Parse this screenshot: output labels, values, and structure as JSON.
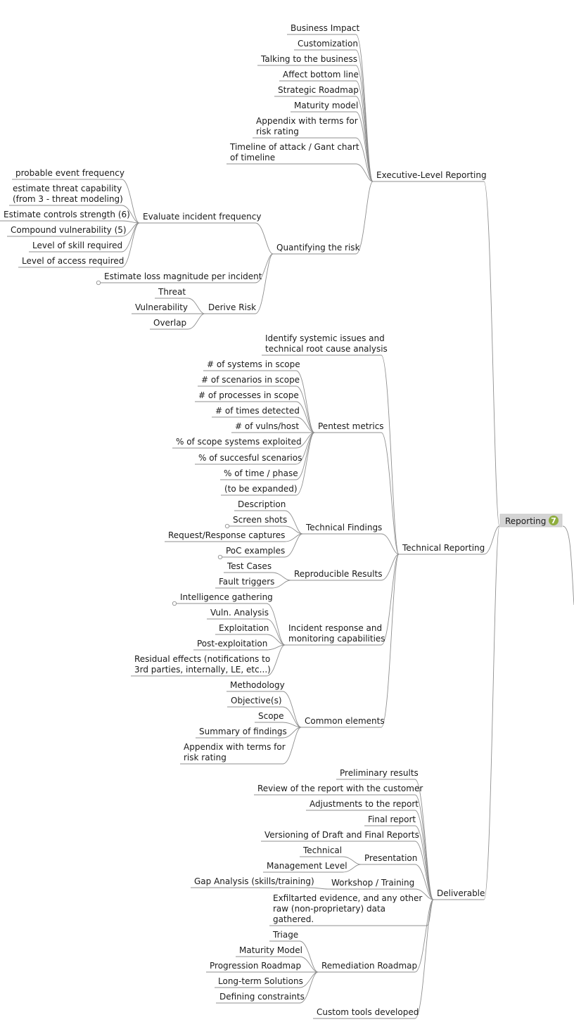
{
  "root": {
    "label": "Reporting",
    "badge": "7",
    "colors": {
      "box": "#d4d4d4",
      "badge": "#8fae3f",
      "line": "#8f8f8f",
      "text": "#1a1a1a"
    }
  },
  "nodes": {
    "exec": "Executive-Level Reporting",
    "business_impact": "Business Impact",
    "customization": "Customization",
    "talking_business": "Talking to the business",
    "affect_bottom_line": "Affect bottom line",
    "strategic_roadmap": "Strategic Roadmap",
    "maturity_model": "Maturity model",
    "appendix_exec": [
      "Appendix with terms for",
      "risk rating"
    ],
    "timeline_attack": [
      "Timeline of attack / Gant chart",
      "of timeline"
    ],
    "quantifying": "Quantifying the risk",
    "evaluate_freq": "Evaluate incident frequency",
    "probable_event": "probable event frequency",
    "estimate_threat": [
      "estimate threat capability",
      "(from 3 - threat modeling)"
    ],
    "estimate_controls": "Estimate controls strength (6)",
    "compound_vuln": "Compound vulnerability (5)",
    "level_skill": "Level of skill required",
    "level_access": "Level of access required",
    "estimate_loss": "Estimate loss magnitude per incident",
    "derive_risk": "Derive Risk",
    "threat": "Threat",
    "vulnerability": "Vulnerability",
    "overlap": "Overlap",
    "tech": "Technical Reporting",
    "identify_systemic": [
      "Identify systemic issues and",
      "technical root cause analysis"
    ],
    "pentest_metrics": "Pentest metrics",
    "pm_systems": "# of systems in scope",
    "pm_scenarios": "# of scenarios in scope",
    "pm_processes": "# of processes in scope",
    "pm_times_detected": "# of times detected",
    "pm_vulns_host": "# of vulns/host",
    "pm_scope_exploited": "% of scope systems exploited",
    "pm_succesful": "% of succesful scenarios",
    "pm_time_phase": "% of time / phase",
    "pm_expanded": "(to be expanded)",
    "tech_findings": "Technical Findings",
    "description": "Description",
    "screen_shots": "Screen shots",
    "req_resp": "Request/Response captures",
    "poc": "PoC examples",
    "reproducible": "Reproducible Results",
    "test_cases": "Test Cases",
    "fault_triggers": "Fault triggers",
    "incident_response": [
      "Incident response and",
      "monitoring capabilities"
    ],
    "intel_gathering": "Intelligence gathering",
    "vuln_analysis": "Vuln. Analysis",
    "exploitation": "Exploitation",
    "post_exploitation": "Post-exploitation",
    "residual": [
      "Residual effects (notifications to",
      "3rd parties, internally, LE, etc...)"
    ],
    "common_elements": "Common elements",
    "methodology": "Methodology",
    "objectives": "Objective(s)",
    "scope": "Scope",
    "summary_findings": "Summary of findings",
    "appendix_tech": [
      "Appendix with terms for",
      "risk rating"
    ],
    "deliverable": "Deliverable",
    "preliminary": "Preliminary results",
    "review_report": "Review of the report with the customer",
    "adjustments": "Adjustments to the report",
    "final_report": "Final report",
    "versioning": "Versioning of Draft and Final Reports",
    "presentation": "Presentation",
    "technical_level": "Technical",
    "management_level": "Management Level",
    "workshop": "Workshop / Training",
    "gap_analysis": "Gap Analysis (skills/training)",
    "exfiltrated": [
      "Exfiltarted evidence, and any other",
      "raw (non-proprietary) data",
      "gathered."
    ],
    "remediation": "Remediation Roadmap",
    "triage": "Triage",
    "maturity_model_rem": "Maturity Model",
    "progression_roadmap": "Progression Roadmap",
    "long_term": "Long-term Solutions",
    "defining_constraints": "Defining constraints",
    "custom_tools": "Custom tools developed"
  }
}
